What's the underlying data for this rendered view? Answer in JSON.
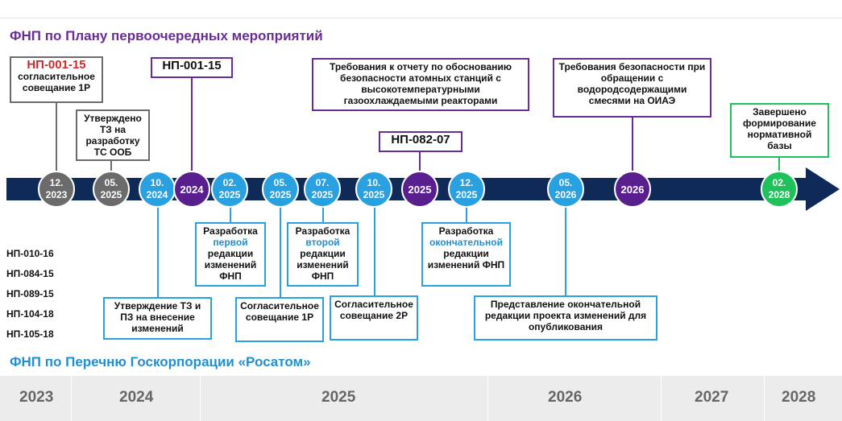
{
  "headings": {
    "top": "ФНП по Плану первоочередных мероприятий",
    "bottom": "ФНП по Перечню Госкорпорации «Росатом»"
  },
  "colors": {
    "gray": "#6b6b6b",
    "blue": "#29a0e0",
    "purple": "#5a1f8f",
    "green": "#1fc25a",
    "navy": "#0f2a57",
    "purple_text": "#6b2b97",
    "blue_text": "#1e8fd0"
  },
  "milestones": [
    {
      "l1": "12.",
      "l2": "2023",
      "color": "gray"
    },
    {
      "l1": "05.",
      "l2": "2025",
      "color": "gray"
    },
    {
      "l1": "10.",
      "l2": "2024",
      "color": "blue"
    },
    {
      "l1": "2024",
      "l2": "",
      "color": "purple"
    },
    {
      "l1": "02.",
      "l2": "2025",
      "color": "blue"
    },
    {
      "l1": "05.",
      "l2": "2025",
      "color": "blue"
    },
    {
      "l1": "07.",
      "l2": "2025",
      "color": "blue"
    },
    {
      "l1": "10.",
      "l2": "2025",
      "color": "blue"
    },
    {
      "l1": "2025",
      "l2": "",
      "color": "purple"
    },
    {
      "l1": "12.",
      "l2": "2025",
      "color": "blue"
    },
    {
      "l1": "05.",
      "l2": "2026",
      "color": "blue"
    },
    {
      "l1": "2026",
      "l2": "",
      "color": "purple"
    },
    {
      "l1": "02.",
      "l2": "2028",
      "color": "green"
    }
  ],
  "boxes": {
    "np001_code": "НП-001-15",
    "np001_text": "согласительное совещание 1Р",
    "tz_oob": "Утверждено ТЗ на разработку ТС ООБ",
    "np001_2024": "НП-001-15",
    "req_report": "Требования к отчету по обоснованию безопасности атомных станций с высокотемпературными газоохлаждаемыми реакторами",
    "np082": "НП-082-07",
    "req_hydrogen": "Требования безопасности при обращении с водородсодержащими смесями на ОИАЭ",
    "completed": "Завершено формирование нормативной базы",
    "dev_first_pre": "Разработка",
    "dev_first_hl": "первой",
    "dev_first_post": "редакции изменений ФНП",
    "dev_second_pre": "Разработка",
    "dev_second_hl": "второй",
    "dev_second_post": "редакции изменений ФНП",
    "dev_final_pre": "Разработка",
    "dev_final_hl": "окончательной",
    "dev_final_post": "редакции изменений ФНП",
    "approve_tz": "Утверждение ТЗ и ПЗ на внесение изменений",
    "conf_1r": "Согласительное совещание 1Р",
    "conf_2r": "Согласительное совещание 2Р",
    "final_submission": "Представление окончательной редакции проекта изменений для опубликования"
  },
  "documents": [
    "НП-010-16",
    "НП-084-15",
    "НП-089-15",
    "НП-104-18",
    "НП-105-18"
  ],
  "years": [
    "2023",
    "2024",
    "2025",
    "2026",
    "2027",
    "2028"
  ]
}
